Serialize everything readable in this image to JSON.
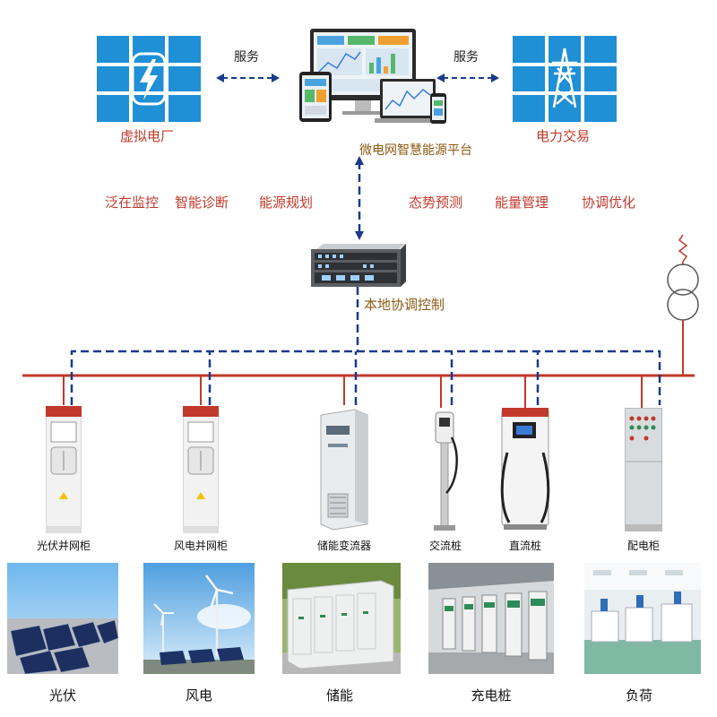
{
  "top": {
    "vpp_label": "虚拟电厂",
    "platform_label": "微电网智慧能源平台",
    "trade_label": "电力交易",
    "service_left": "服务",
    "service_right": "服务"
  },
  "functions": [
    "泛在监控",
    "智能诊断",
    "能源规划",
    "态势预测",
    "能量管理",
    "协调优化"
  ],
  "controller_label": "本地协调控制",
  "equipment": [
    "光伏并网柜",
    "风电并网柜",
    "储能变流器",
    "交流桩",
    "直流桩",
    "配电柜"
  ],
  "sources": [
    "光伏",
    "风电",
    "储能",
    "充电桩",
    "负荷"
  ],
  "colors": {
    "tile_blue": "#1f8fd6",
    "bus_red": "#c0392b",
    "comm_blue": "#1a3a8c",
    "label_red": "#c0392b",
    "label_brown": "#8b5a14"
  },
  "icons": [
    "lightning-icon",
    "pylon-icon",
    "transformer-icon",
    "monitor-icon",
    "server-rack-icon"
  ]
}
